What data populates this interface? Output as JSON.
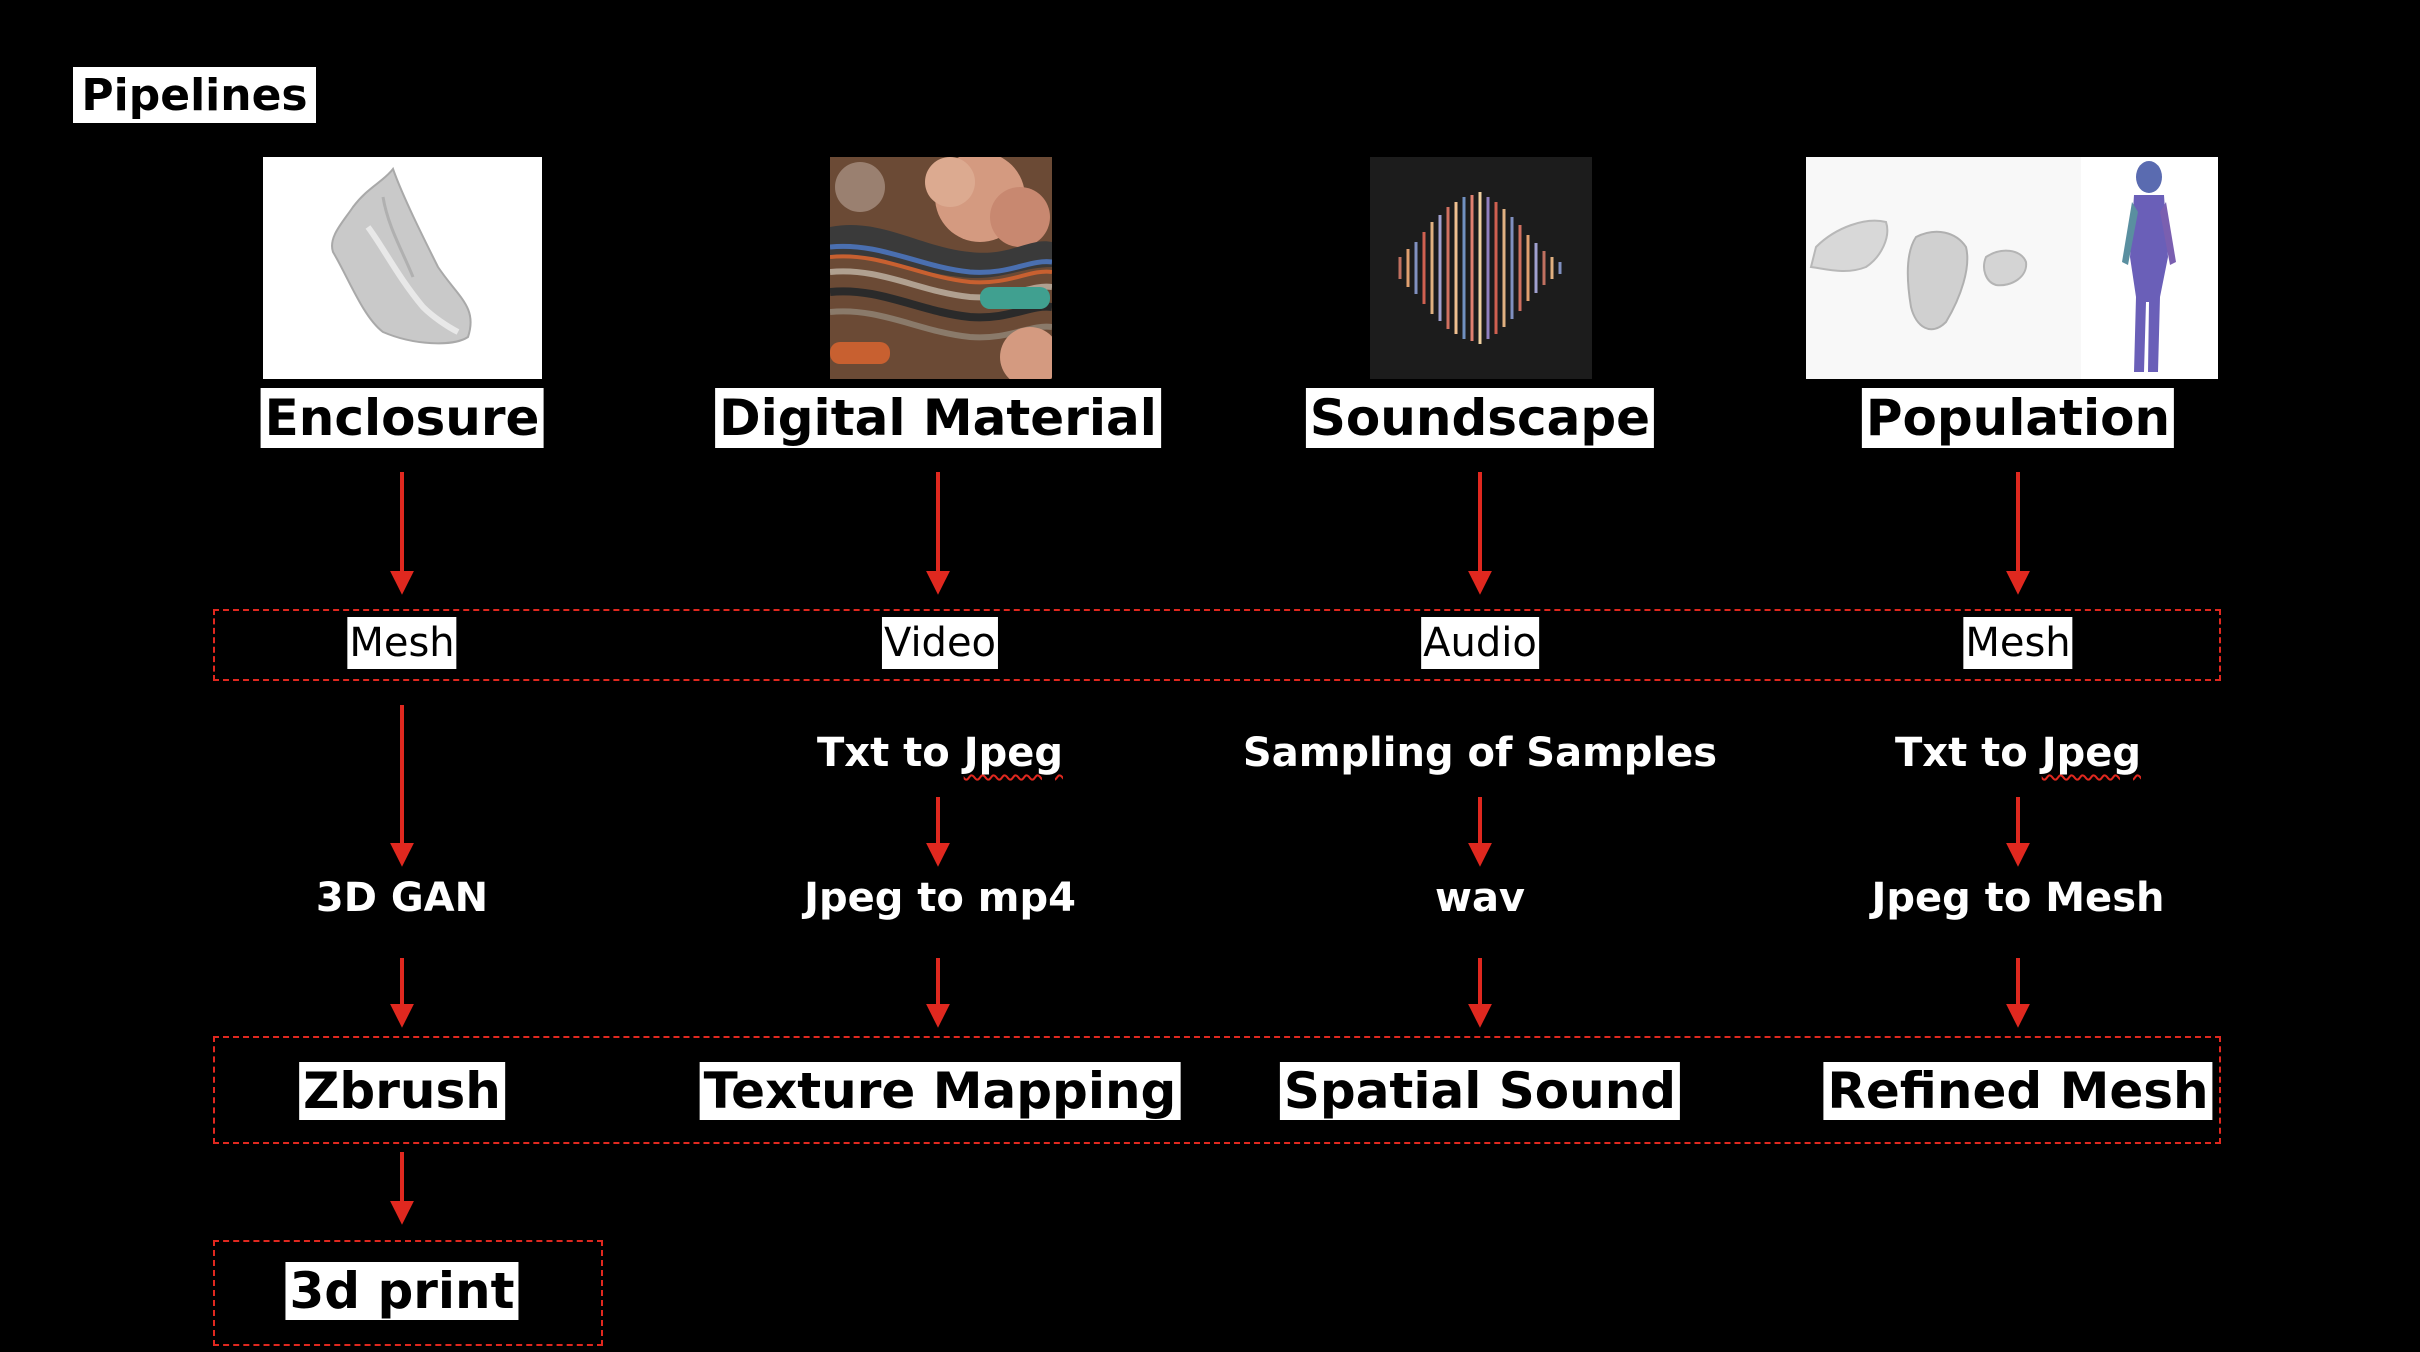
{
  "title": "Pipelines",
  "columns": [
    {
      "header": "Enclosure",
      "image": "mesh-shard-icon",
      "format": "Mesh",
      "process": [
        "3D GAN"
      ],
      "output": "Zbrush",
      "final": "3d print"
    },
    {
      "header": "Digital Material",
      "image": "rock-texture-icon",
      "format": "Video",
      "process": [
        "Txt to ",
        "Jpeg",
        "Jpeg to mp4"
      ],
      "output": "Texture Mapping"
    },
    {
      "header": "Soundscape",
      "image": "waveform-icon",
      "format": "Audio",
      "process": [
        "Sampling of Samples",
        "wav"
      ],
      "output": "Spatial Sound"
    },
    {
      "header": "Population",
      "image": "figures-mesh-icon",
      "format": "Mesh",
      "process": [
        "Txt to ",
        "Jpeg",
        "Jpeg to Mesh"
      ],
      "output": "Refined Mesh"
    }
  ],
  "colors": {
    "background": "#000000",
    "arrow": "#e0281f",
    "label_bg": "#ffffff"
  }
}
